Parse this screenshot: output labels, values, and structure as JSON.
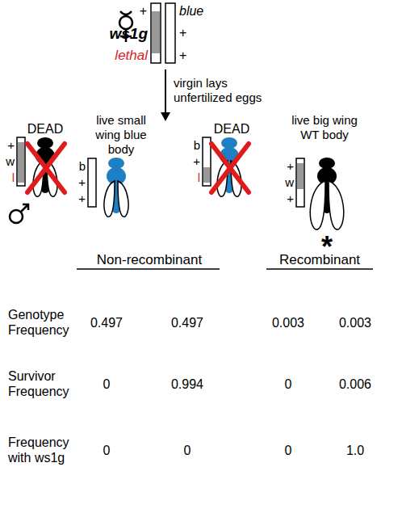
{
  "diagram": {
    "labels": [
      "+",
      "ws1g",
      "lethal",
      "blue",
      "+",
      "+",
      "virgin lays unfertilized eggs",
      "DEAD",
      "live small wing blue body",
      "DEAD",
      "live big wing WT body",
      "+",
      "w",
      "l",
      "b",
      "+",
      "+",
      "b",
      "+",
      "l",
      "+",
      "w",
      "+",
      "*",
      "Non-recombinant",
      "Recombinant",
      "Genotype Frequency",
      "0.497",
      "0.497",
      "0.003",
      "0.003",
      "Survivor Frequency",
      "0",
      "0.994",
      "0",
      "0.006",
      "Frequency with ws1g",
      "0",
      "0",
      "0",
      "1.0"
    ]
  }
}
